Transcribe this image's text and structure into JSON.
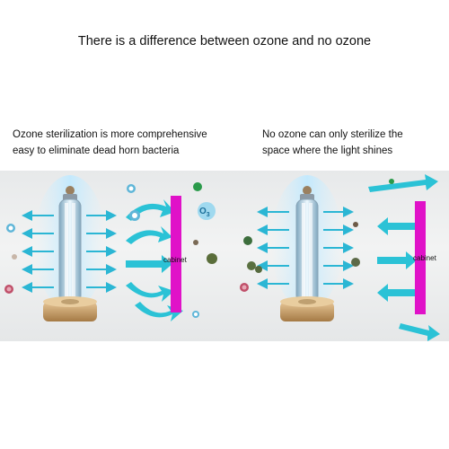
{
  "title": "There is a difference between ozone and no ozone",
  "left_panel": {
    "caption_line1": "Ozone sterilization is more comprehensive",
    "caption_line2": "easy to eliminate dead horn bacteria",
    "cabinet_label": "cabinet",
    "ozone_symbol": "O",
    "ozone_subscript": "3"
  },
  "right_panel": {
    "caption_line1": "No ozone can only sterilize the",
    "caption_line2": "space where the light shines",
    "cabinet_label": "cabinet"
  },
  "colors": {
    "arrow": "#2bb6d4",
    "cabinet": "#e012c8",
    "lamp_glow": "#bfe9ff",
    "lamp_base": "#caa06a"
  },
  "icons": [
    "ozone-molecule-icon",
    "bacteria-icon",
    "germ-icon",
    "arrow-icon",
    "uv-lamp-icon"
  ]
}
